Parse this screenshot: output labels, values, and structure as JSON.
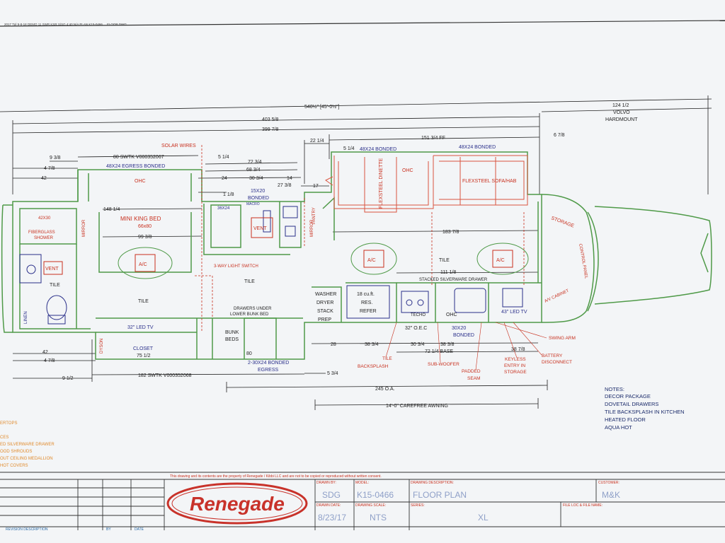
{
  "header_line": "2017 Tpl 9-8-18 DEMO 11 SWR KSR S/SG 4:40 N/A PLAN K15-0466 ... FLOOR DWG",
  "colors": {
    "paper": "#f3f5f7",
    "wall": "#4f9a48",
    "dim": "#222222",
    "callout": "#c8301e",
    "fixture": "#2a2f8a",
    "furniture": "#d9543f",
    "orange": "#e08a2c",
    "logo": "#c8322a"
  },
  "dimensions": {
    "overall": "540½\" [45'-0½\"]",
    "d403": "403 5/8",
    "d399": "399 7/8",
    "d124": "124 1/2",
    "volvo": "VOLVO",
    "hardmount": "HARDMOUNT",
    "d151": "151 3/4 FF",
    "d6_7_8": "6 7/8",
    "d22": "22 1/4",
    "d5_1_4": "5 1/4",
    "d9_3_8": "9 3/8",
    "d4_7_8": "4 7/8",
    "d42": "42",
    "d24": "24",
    "d72": "72 3/4",
    "d68": "68 3/4",
    "d30": "30 3/4",
    "d27": "27 3/8",
    "d14": "14",
    "d17": "17",
    "d1_1_8": "1 1/8",
    "d148": "148 1/4",
    "d99": "99 3/8",
    "d183": "183 7/8",
    "d111": "111 1/8",
    "d28": "28",
    "d38": "38 3/4",
    "d30b": "30 3/4",
    "d38b": "38 3/8",
    "d72base": "72 1/4 BASE",
    "d38_7_8": "38 7/8",
    "d42b": "42",
    "d4_7_8b": "4 7/8",
    "d9_1_2": "9 1/2",
    "d75": "75 1/2",
    "d80b": "80",
    "d5_3_4": "5 3/4",
    "d245": "245 O.A.",
    "awning": "14'-0\" CAREFREE AWNING",
    "swtk1": "80 SWTK V000352067",
    "swtk2": "182 SWTK V000352068"
  },
  "rooms": {
    "egress_top": "48X24 EGRESS BONDED",
    "bonded1": "48X24 BONDED",
    "bonded2": "48X24 BONDED",
    "ohc_bed": "OHC",
    "ohc_dinette": "OHC",
    "ohc_kitchen": "OHC",
    "mini_king": "MINI KING BED",
    "mini_king_size": "66x80",
    "ac1": "A/C",
    "ac2": "A/C",
    "ac3": "A/C",
    "vent1": "VENT",
    "vent2": "VENT",
    "tile1": "TILE",
    "tile2": "TILE",
    "tile3": "TILE",
    "tile4": "TILE",
    "shower": "42X30",
    "shower2": "FIBERGLASS",
    "shower3": "SHOWER",
    "mirror1": "MIRROR",
    "mirror2": "MIRROR",
    "linen": "LINEN",
    "bonded15": "15X20",
    "bonded15b": "BONDED",
    "tub": "36X24",
    "pantry": "PANTRY",
    "dinette": "FLEXSTEEL DINETTE",
    "sofa": "FLEXSTEEL SOFA/HAB",
    "solar": "SOLAR WIRES",
    "switch": "3-WAY LIGHT SWITCH",
    "drawers": "DRAWERS UNDER",
    "drawers2": "LOWER BUNK BED",
    "bunk": "BUNK",
    "bunk2": "BEDS",
    "egress_bottom": "2-30X24 BONDED",
    "egress_bottom2": "EGRESS",
    "led32": "32\" LED TV",
    "closet": "CLOSET",
    "dyson": "DYSON",
    "washer": "WASHER",
    "dryer": "DRYER",
    "stack": "STACK",
    "prep": "PREP",
    "refer": "18 cu.ft.",
    "refer2": "RES.",
    "refer3": "REFER",
    "stacked": "STACKED SILVERWARE DRAWER",
    "oec": "32\" O.E.C",
    "bonded30": "30X20",
    "bonded30b": "BONDED",
    "led43": "43\" LED TV",
    "storage": "STORAGE",
    "control": "CONTROL PANEL",
    "av": "A/V CABINET",
    "ohc_k": "OHC",
    "techo": "TECHO",
    "macro": "MACRO"
  },
  "callouts": {
    "swing": "SWING ARM",
    "battery": "BATTERY",
    "battery2": "DISCONNECT",
    "keyless": "KEYLESS",
    "keyless2": "ENTRY IN",
    "keyless3": "STORAGE",
    "tile_back": "TILE",
    "tile_back2": "BACKSPLASH",
    "sub": "SUB-WOOFER",
    "padded": "PADDED",
    "padded2": "SEAM"
  },
  "notes": {
    "title": "NOTES:",
    "items": [
      "DECOR PACKAGE",
      "DOVETAIL DRAWERS",
      "TILE BACKSPLASH IN KITCHEN",
      "HEATED FLOOR",
      "AQUA HOT"
    ]
  },
  "left_notes": [
    "ERTOPS",
    "CES",
    "ED SILVERWARE DRAWER",
    "OOD SHROUDS",
    "OUT CEILING MEDALLION",
    "HOT COVERS"
  ],
  "title_block": {
    "disclaimer": "This drawing and its contents are the property of Renegade / Kibbi LLC and are not to be copied or reproduced without written consent.",
    "logo": "Renegade",
    "drawn_by_label": "DRAWN BY:",
    "drawn_by": "SDG",
    "model_label": "MODEL:",
    "model": "K15-0466",
    "drawing_desc_label": "DRAWING DESCRIPTION:",
    "drawing_desc": "FLOOR PLAN",
    "customer_label": "CUSTOMER:",
    "customer": "M&K",
    "date_label": "DRAWN DATE:",
    "date": "8/23/17",
    "scale_label": "DRAWING SCALE:",
    "scale": "NTS",
    "series_label": "SERIES:",
    "series": "XL",
    "file_label": "FILE LOC & FILE NAME:",
    "rev_desc": "REVISION DESCRIPTION",
    "rev_by": "BY",
    "rev_date": "DATE"
  }
}
